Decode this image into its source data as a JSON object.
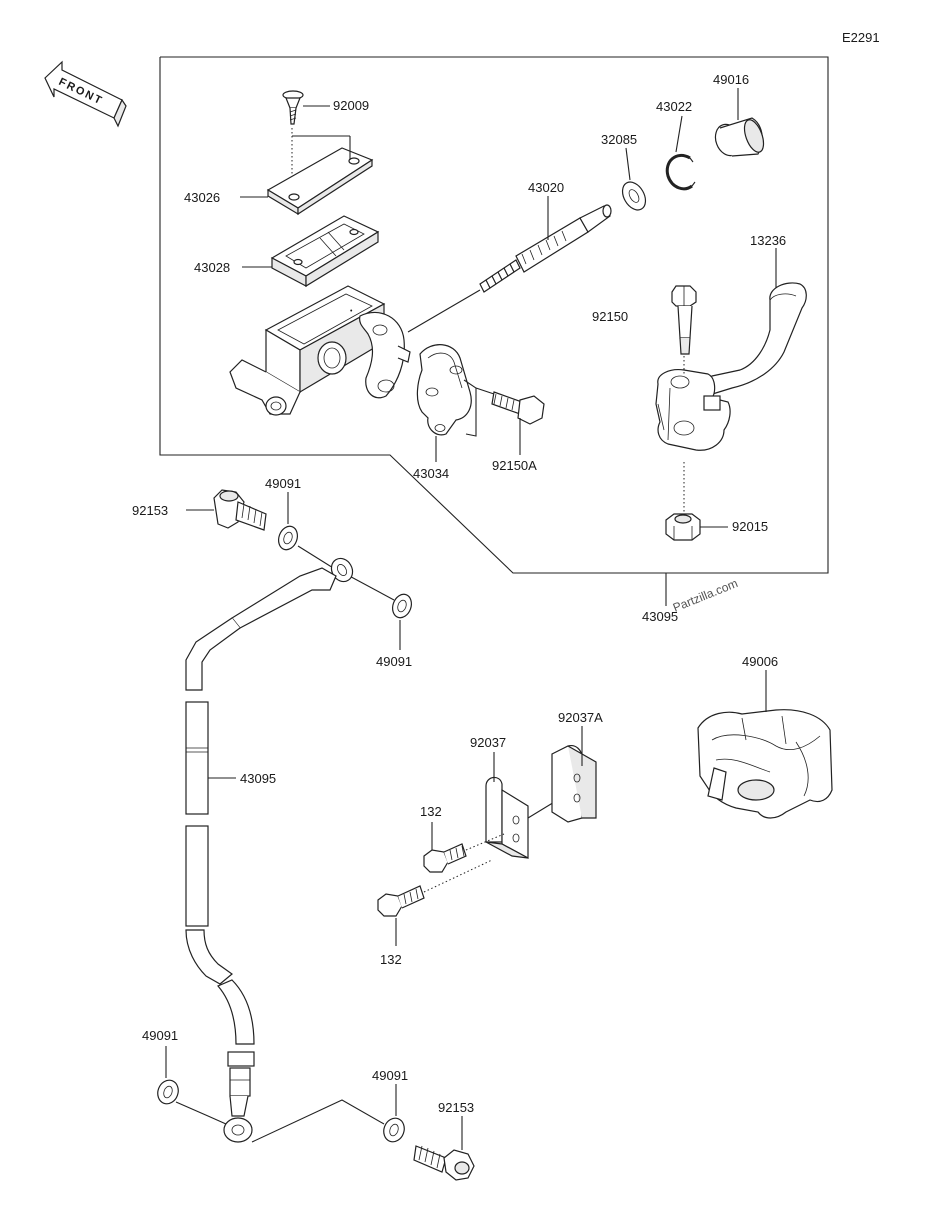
{
  "diagram": {
    "figure_code": "E2291",
    "front_label": "FRONT",
    "watermark": "Partzilla.com",
    "part_numbers": {
      "screw_top": "92009",
      "cap": "43026",
      "diaphragm": "43028",
      "piston_kit": "43020",
      "washer": "32085",
      "snap_ring": "43022",
      "boot": "49016",
      "lever": "13236",
      "pivot_bolt": "92150",
      "holder_clamp": "43034",
      "clamp_bolt": "92150A",
      "nut": "92015",
      "master_cylinder_assy": "43095",
      "banjo_bolt_top": "92153",
      "gasket_top_a": "49091",
      "gasket_top_b": "49091",
      "brake_hose": "43095",
      "lever_guard": "49006",
      "clamp_a": "92037",
      "clamp_b": "92037A",
      "bolt_a": "132",
      "bolt_b": "132",
      "gasket_bottom_left": "49091",
      "gasket_bottom_right": "49091",
      "banjo_bolt_bottom": "92153"
    }
  }
}
